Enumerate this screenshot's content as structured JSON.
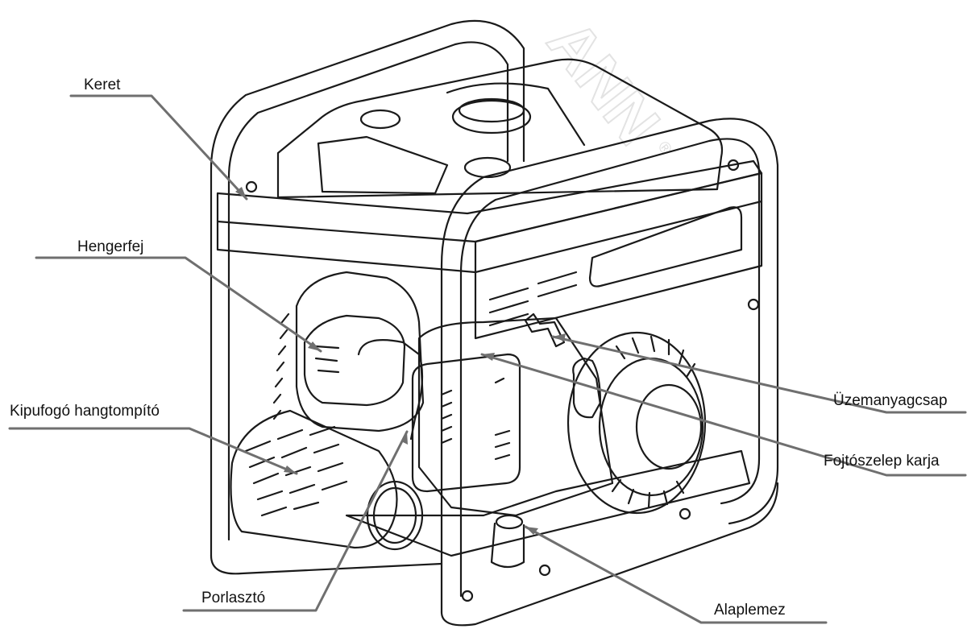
{
  "labels": {
    "keret": "Keret",
    "hengerfej": "Hengerfej",
    "kipufogo": "Kipufogó hangtompító",
    "porlaszto": "Porlasztó",
    "uzemanyagcsap": "Üzemanyagcsap",
    "fojtoszelep": "Fojtószelep karja",
    "alaplemez": "Alaplemez"
  },
  "watermark": {
    "text": "ANN",
    "registered": "®"
  },
  "colors": {
    "leader": "#6f6f6f",
    "outline": "#1a1a1a",
    "text": "#111111"
  }
}
